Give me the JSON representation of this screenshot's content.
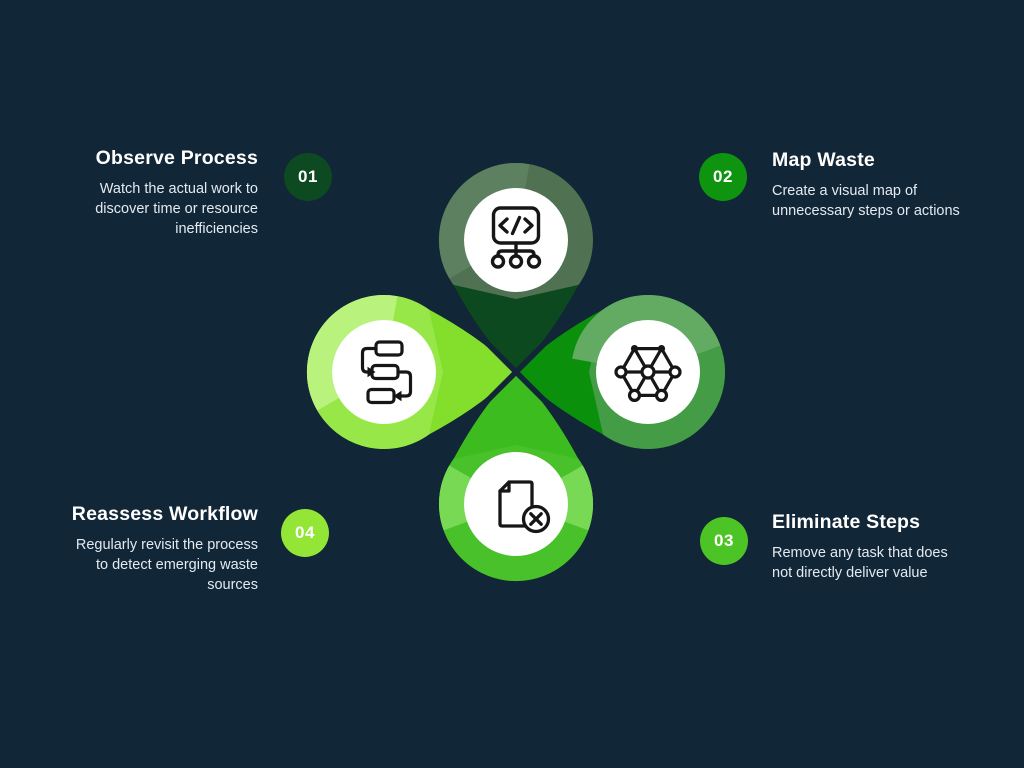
{
  "canvas": {
    "background": "#112636"
  },
  "petals": {
    "top": {
      "base": "#0d491e",
      "ring": "#507253",
      "highlight": "#5d8060"
    },
    "right": {
      "base": "#0b900c",
      "ring": "#459c46",
      "highlight": "#63ab63"
    },
    "bottom": {
      "base": "#3cbc1e",
      "ring": "#49c12b",
      "highlight": "#77d954"
    },
    "left": {
      "base": "#84df2c",
      "ring": "#97e748",
      "highlight": "#b9f37e"
    }
  },
  "icons": {
    "top": "sitemap-code-icon",
    "right": "network-graph-icon",
    "bottom": "delete-file-icon",
    "left": "workflow-arrows-icon"
  },
  "cards": [
    {
      "number": "01",
      "title": "Observe Process",
      "description": "Watch the actual work to discover time or resource inefficiencies",
      "badge_color": "#0d4a22"
    },
    {
      "number": "02",
      "title": "Map Waste",
      "description": "Create a visual map of unnecessary steps or actions",
      "badge_color": "#0f9410"
    },
    {
      "number": "03",
      "title": "Eliminate Steps",
      "description": "Remove any task that does not directly deliver value",
      "badge_color": "#4cc426"
    },
    {
      "number": "04",
      "title": "Reassess Workflow",
      "description": "Regularly revisit the process to detect emerging waste sources",
      "badge_color": "#93e636"
    }
  ]
}
